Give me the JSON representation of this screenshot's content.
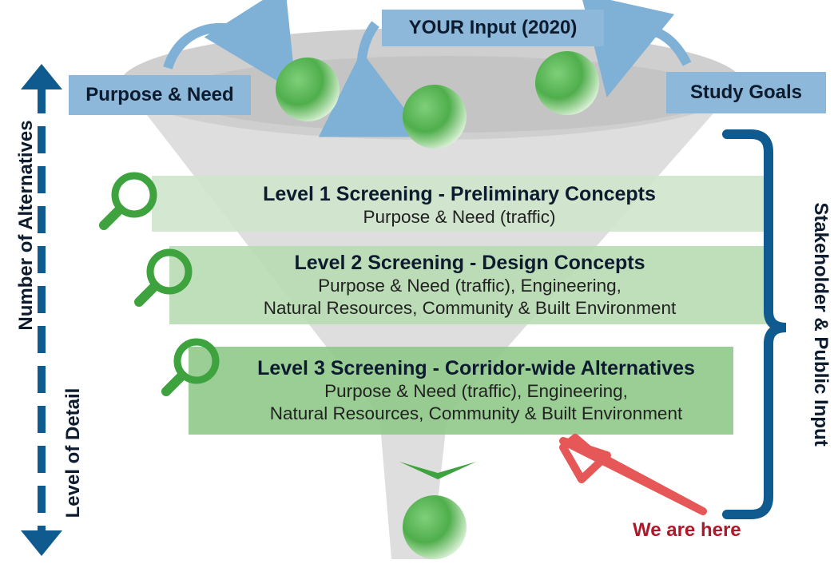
{
  "top_inputs": {
    "your_input": "YOUR Input (2020)",
    "purpose_need": "Purpose & Need",
    "study_goals": "Study Goals"
  },
  "screenings": [
    {
      "title": "Level 1 Screening - Preliminary Concepts",
      "criteria": [
        "Purpose & Need (traffic)"
      ]
    },
    {
      "title": "Level 2 Screening - Design Concepts",
      "criteria": [
        "Purpose & Need (traffic), Engineering,",
        "Natural Resources, Community & Built Environment"
      ]
    },
    {
      "title": "Level 3 Screening - Corridor-wide Alternatives",
      "criteria": [
        "Purpose & Need (traffic), Engineering,",
        "Natural Resources, Community & Built Environment"
      ]
    }
  ],
  "left_axis": {
    "top_label": "Number of Alternatives",
    "bottom_label": "Level of Detail"
  },
  "right_brace_label": "Stakeholder & Public Input",
  "marker_label": "We are here",
  "colors": {
    "funnel": "#d9d9d9",
    "label_blue": "#8db8d9",
    "arrow_blue": "#7fb0d6",
    "dark_blue": "#0f5a8e",
    "level1_bg": "#cfe6cc",
    "level2_bg": "#b8dbb2",
    "level3_bg": "#8fc98a",
    "magnifier": "#3ea33e",
    "marker_red": "#b0182a"
  }
}
